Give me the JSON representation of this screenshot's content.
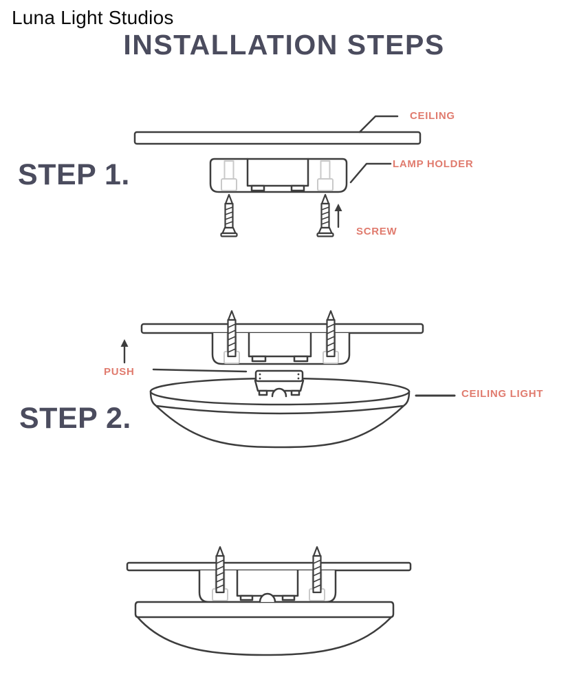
{
  "brand": "Luna Light Studios",
  "title": "INSTALLATION STEPS",
  "steps": {
    "step1": {
      "label": "STEP 1."
    },
    "step2": {
      "label": "STEP 2."
    }
  },
  "callouts": {
    "ceiling": "CEILING",
    "lamp_holder": "LAMP HOLDER",
    "screw": "SCREW",
    "push": "PUSH",
    "ceiling_light": "CEILING LIGHT"
  },
  "colors": {
    "accent_label": "#e07b6e",
    "heading": "#4b4c5e",
    "line_art": "#3d3d3d",
    "faint_socket": "#c9c9c9",
    "background": "#ffffff"
  }
}
